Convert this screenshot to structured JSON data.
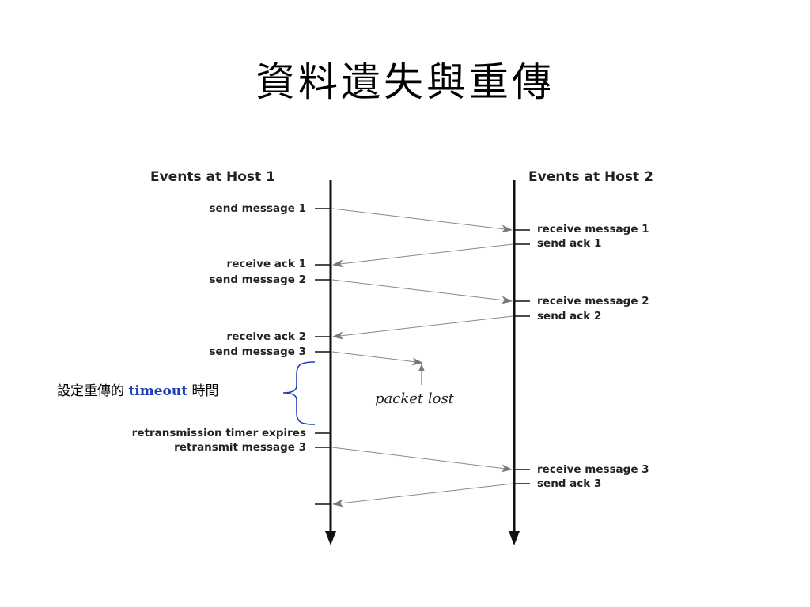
{
  "slide": {
    "title": "資料遺失與重傳"
  },
  "hosts": {
    "host1": "Events at Host 1",
    "host2": "Events at Host 2"
  },
  "host1_events": {
    "send_message_1": "send message 1",
    "receive_ack_1": "receive ack 1",
    "send_message_2": "send message 2",
    "receive_ack_2": "receive ack 2",
    "send_message_3": "send message 3",
    "timer_expires": "retransmission timer expires",
    "retransmit_message_3": "retransmit message 3"
  },
  "host2_events": {
    "receive_message_1": "receive message 1",
    "send_ack_1": "send ack 1",
    "receive_message_2": "receive message 2",
    "send_ack_2": "send ack 2",
    "receive_message_3": "receive message 3",
    "send_ack_3": "send ack 3"
  },
  "lost_label": "packet lost",
  "annotation": {
    "prefix": "設定重傳的",
    "keyword": "timeout",
    "suffix": "時間"
  },
  "colors": {
    "keyword": "#1f3fb4",
    "brace": "#1f3fb4"
  }
}
